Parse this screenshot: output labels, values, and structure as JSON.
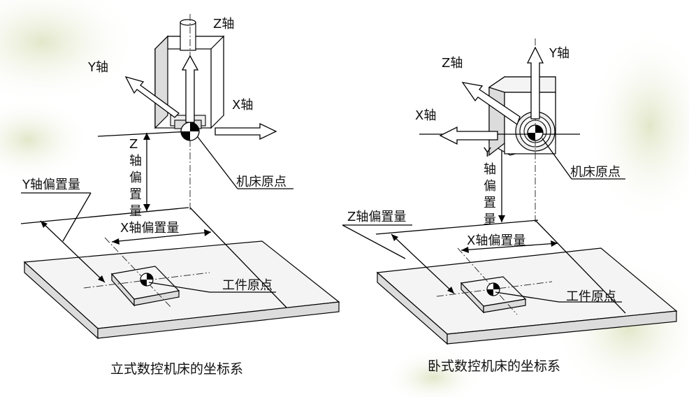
{
  "left": {
    "axis_z": "Z轴",
    "axis_y": "Y轴",
    "axis_x": "X轴",
    "z_offset_chars": [
      "Z",
      "轴",
      "偏",
      "置",
      "量"
    ],
    "y_offset": "Y轴偏置量",
    "x_offset": "X轴偏置量",
    "machine_origin": "机床原点",
    "workpiece_origin": "工件原点",
    "caption": "立式数控机床的坐标系"
  },
  "right": {
    "axis_y": "Y轴",
    "axis_z": "Z轴",
    "axis_x": "X轴",
    "y_offset_chars": [
      "Y",
      "轴",
      "偏",
      "置",
      "量"
    ],
    "z_offset": "Z轴偏置量",
    "x_offset": "X轴偏置量",
    "machine_origin": "机床原点",
    "workpiece_origin": "工件原点",
    "caption": "卧式数控机床的坐标系"
  },
  "colors": {
    "background": "#ffffff",
    "leaf_tint": "#e9ecd6",
    "line": "#000000"
  }
}
